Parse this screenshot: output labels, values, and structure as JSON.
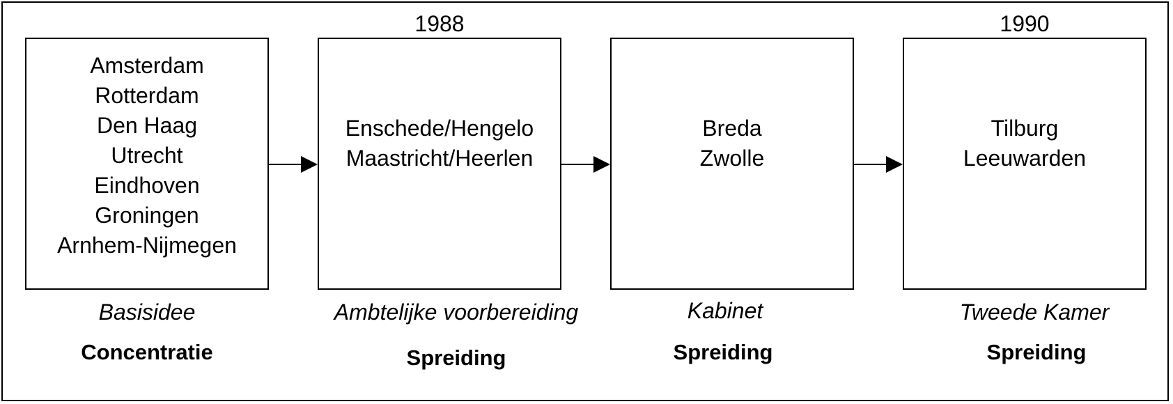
{
  "stages": [
    {
      "year": "",
      "cities": [
        "Amsterdam",
        "Rotterdam",
        "Den Haag",
        "Utrecht",
        "Eindhoven",
        "Groningen",
        "Arnhem-Nijmegen"
      ],
      "role": "Basisidee",
      "policy": "Concentratie"
    },
    {
      "year": "1988",
      "cities": [
        "Enschede/Hengelo",
        "Maastricht/Heerlen"
      ],
      "role": "Ambtelijke voorbereiding",
      "policy": "Spreiding"
    },
    {
      "year": "",
      "cities": [
        "Breda",
        "Zwolle"
      ],
      "role": "Kabinet",
      "policy": "Spreiding"
    },
    {
      "year": "1990",
      "cities": [
        "Tilburg",
        "Leeuwarden"
      ],
      "role": "Tweede Kamer",
      "policy": "Spreiding"
    }
  ]
}
